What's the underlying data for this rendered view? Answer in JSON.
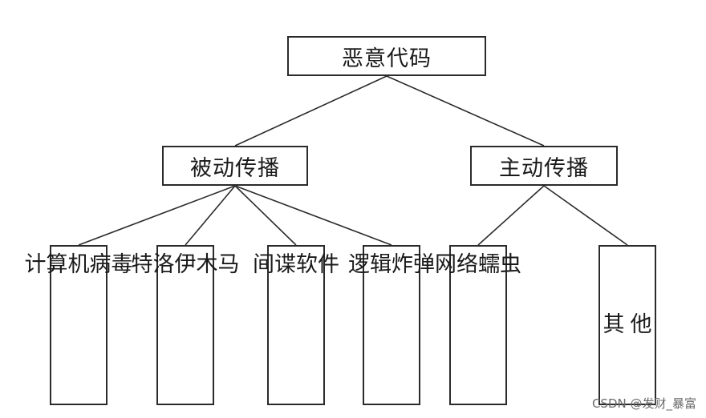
{
  "root": {
    "label": "恶意代码"
  },
  "groups": [
    {
      "label": "被动传播",
      "children": [
        "计算机病毒",
        "特洛伊木马",
        "间谍软件",
        "逻辑炸弹"
      ]
    },
    {
      "label": "主动传播",
      "children": [
        "网络蠕虫",
        "其他"
      ]
    }
  ],
  "watermark": "CSDN @发财_暴富",
  "colors": {
    "line": "#2b2b2b",
    "text": "#1a1a1a",
    "background": "#ffffff"
  }
}
